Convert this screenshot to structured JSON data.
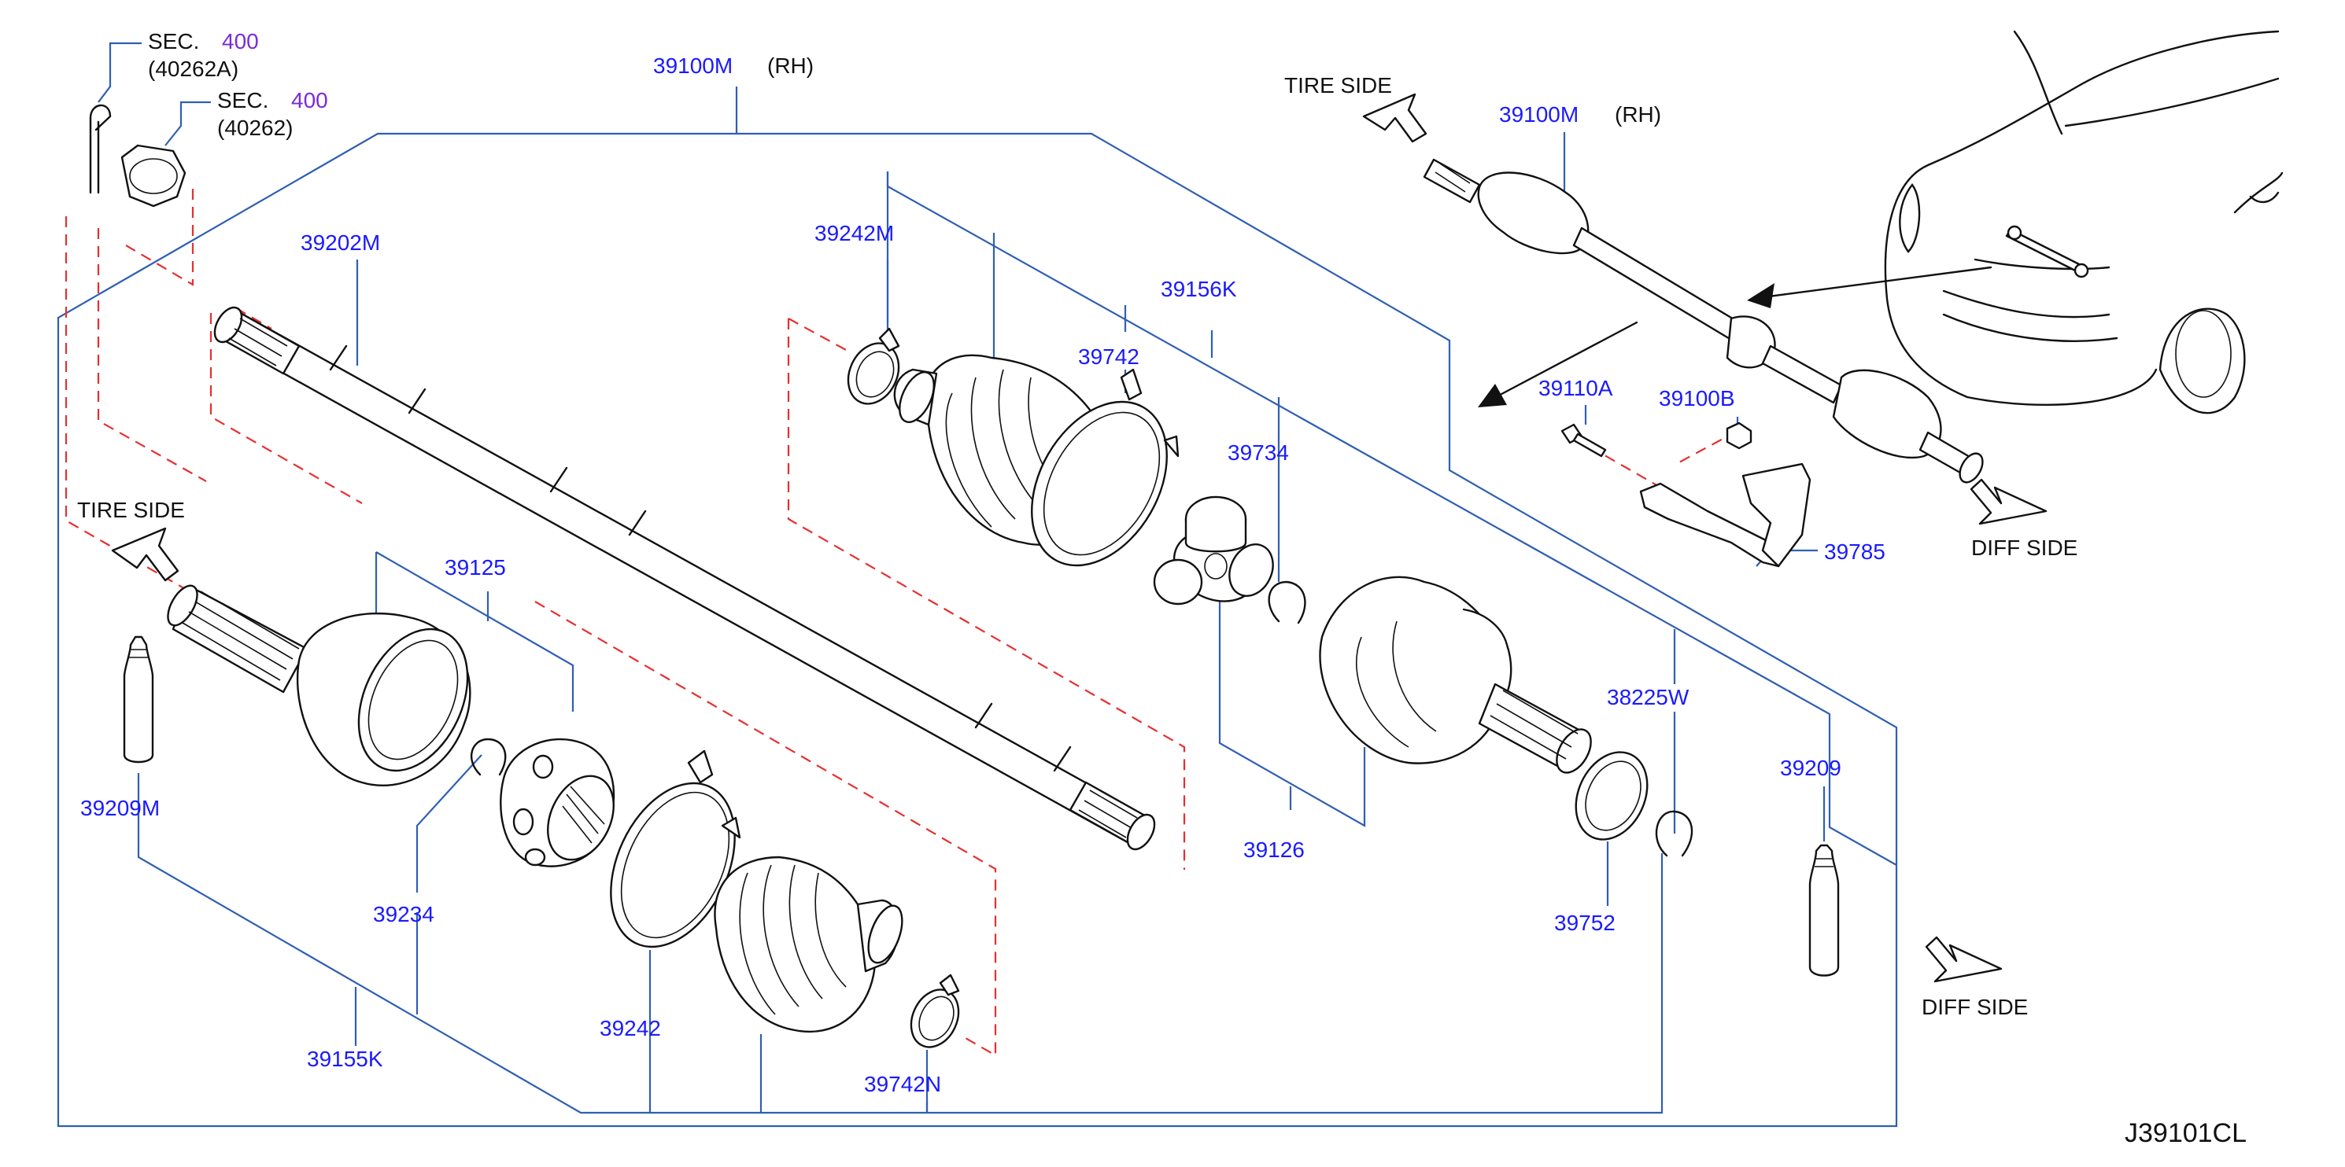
{
  "diagram_code": "J39101CL",
  "colors": {
    "part_number": "#1a1aff",
    "leader": "#2f5fb3",
    "dashed_assembly": "#e53030",
    "section_ref": "#7a2bd9",
    "drawing": "#111111"
  },
  "labels": {
    "top_assembly_num": "39100M",
    "top_assembly_side": "(RH)",
    "inset_assembly_num": "39100M",
    "inset_assembly_side": "(RH)",
    "tire_side_top": "TIRE   SIDE",
    "tire_side_left": "TIRE   SIDE",
    "diff_side_inset": "DIFF   SIDE",
    "diff_side_bottom": "DIFF   SIDE",
    "sec1_word": "SEC.",
    "sec1_num": "400",
    "sec1_ref": "(40262A)",
    "sec2_word": "SEC.",
    "sec2_num": "400",
    "sec2_ref": "(40262)"
  },
  "parts": [
    {
      "id": "39202M"
    },
    {
      "id": "39242M"
    },
    {
      "id": "39156K"
    },
    {
      "id": "39742"
    },
    {
      "id": "39734"
    },
    {
      "id": "39125"
    },
    {
      "id": "39209M"
    },
    {
      "id": "39234"
    },
    {
      "id": "39155K"
    },
    {
      "id": "39242"
    },
    {
      "id": "39742N"
    },
    {
      "id": "39126"
    },
    {
      "id": "38225W"
    },
    {
      "id": "39752"
    },
    {
      "id": "39209"
    },
    {
      "id": "39110A"
    },
    {
      "id": "39100B"
    },
    {
      "id": "39785"
    }
  ]
}
